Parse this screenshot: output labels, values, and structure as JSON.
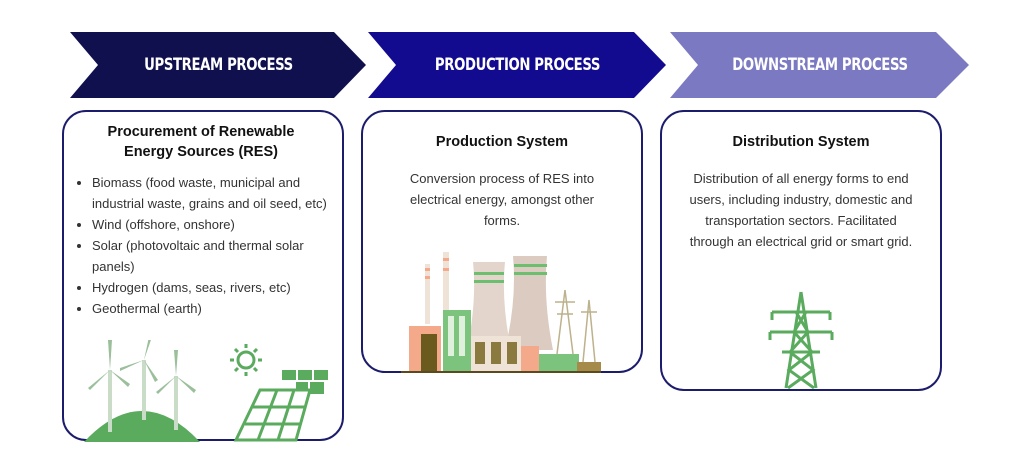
{
  "stages": [
    {
      "label": "UPSTREAM PROCESS",
      "color": "#10104f"
    },
    {
      "label": "PRODUCTION PROCESS",
      "color": "#120b8f"
    },
    {
      "label": "DOWNSTREAM PROCESS",
      "color": "#7b79c1"
    }
  ],
  "upstream": {
    "title": "Procurement of Renewable Energy Sources (RES)",
    "items": [
      "Biomass (food waste, municipal and industrial waste, grains and oil seed, etc)",
      "Wind (offshore, onshore)",
      "Solar (photovoltaic and thermal solar panels)",
      "Hydrogen (dams, seas, rivers, etc)",
      "Geothermal (earth)"
    ]
  },
  "production": {
    "title": "Production System",
    "description": "Conversion process of RES into electrical energy, amongst other forms."
  },
  "downstream": {
    "title": "Distribution System",
    "description": "Distribution of all energy forms to end users, including industry, domestic and transportation sectors. Facilitated through an electrical grid or smart grid."
  },
  "colors": {
    "border": "#1c1c6c",
    "green": "#5aab5e",
    "peach": "#f4a98a"
  }
}
